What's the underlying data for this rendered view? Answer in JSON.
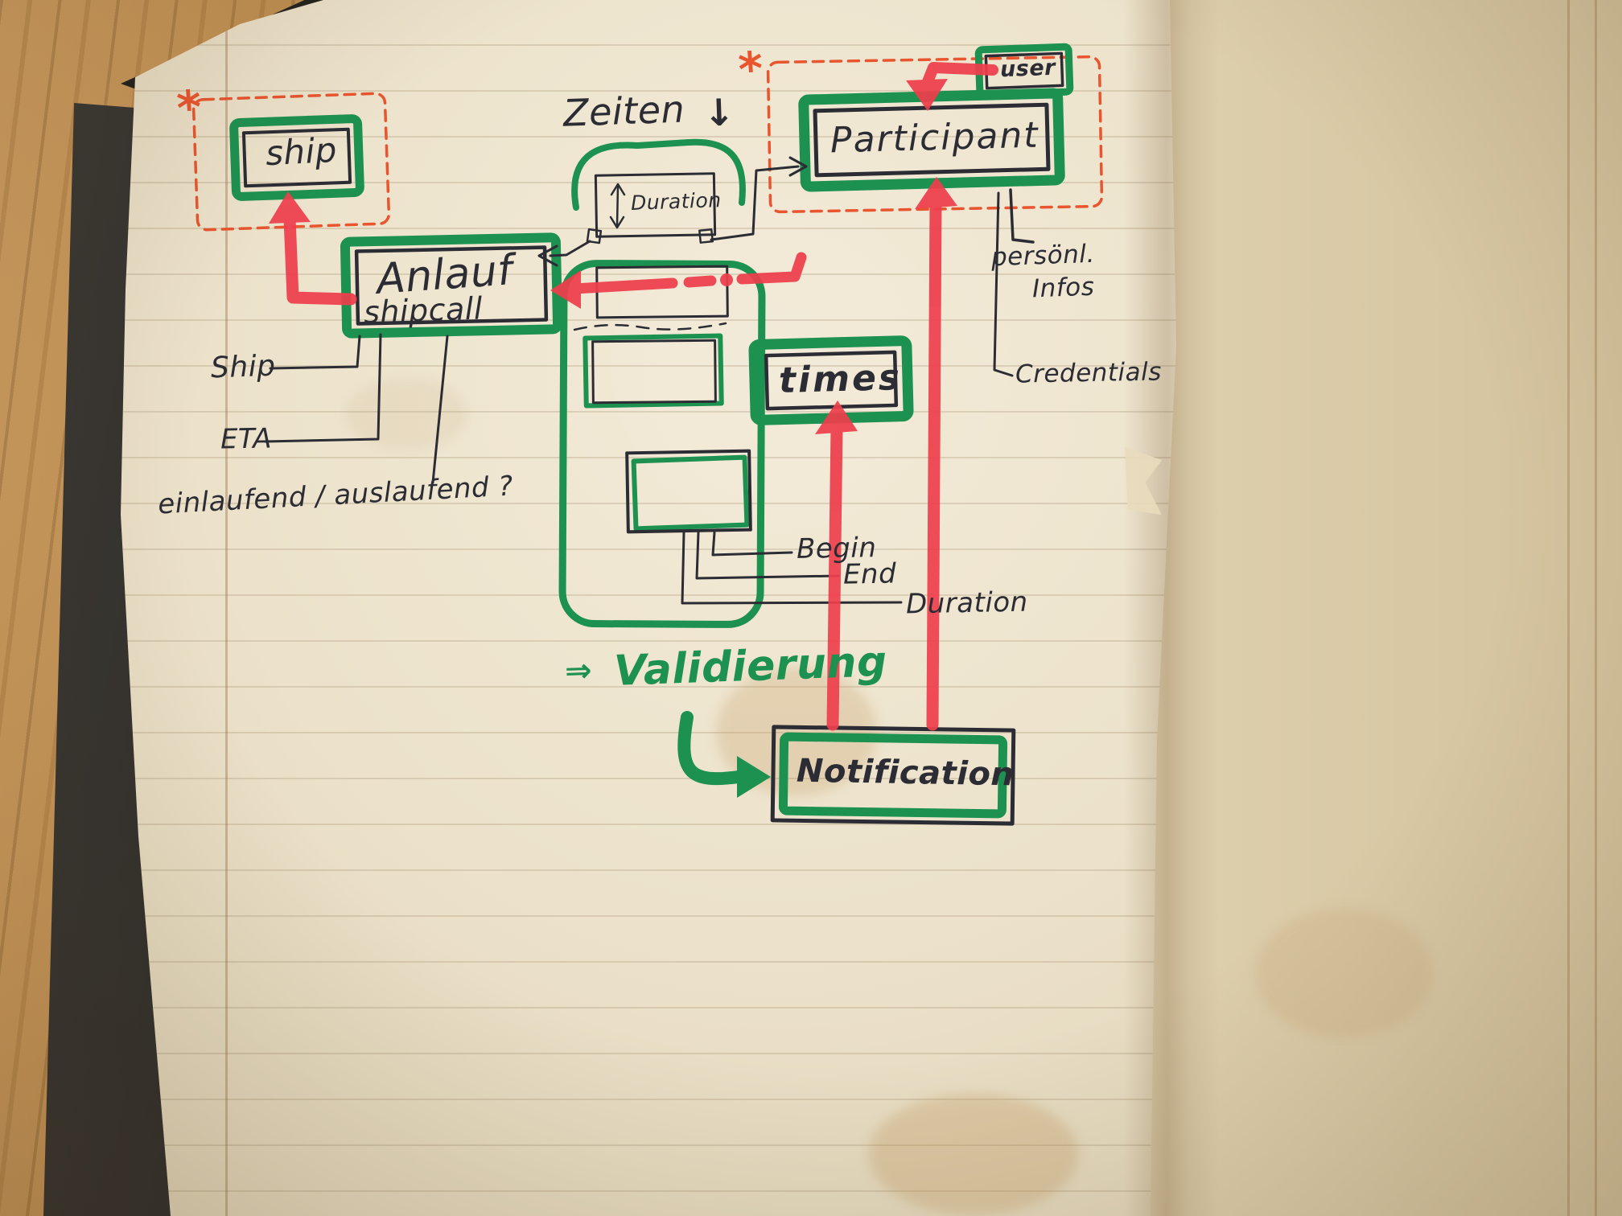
{
  "palette": {
    "marker_green": "#1d9150",
    "marker_red": "#ee3f4d",
    "pen_ink": "#2c2c34",
    "dashed_red_pen": "#e8552f",
    "paper": "#ece2ca",
    "wood": "#c0904f"
  },
  "entities": {
    "ship": {
      "label": "ship"
    },
    "anlauf": {
      "label": "Anlauf",
      "sublabel": "shipcall"
    },
    "participant": {
      "label": "Participant"
    },
    "user": {
      "label": "user"
    },
    "times": {
      "label": "times"
    },
    "duration": {
      "label": "Duration"
    },
    "notification": {
      "label": "Notification"
    }
  },
  "attributes": {
    "ship": "Ship",
    "eta": "ETA",
    "in_out": "einlaufend / auslaufend ?",
    "begin": "Begin",
    "end": "End",
    "duration": "Duration",
    "persoenlich_line1": "persönl.",
    "persoenlich_line2": "Infos",
    "credentials": "Credentials"
  },
  "annotations": {
    "zeiten": "Zeiten",
    "zeiten_arrow": "↓",
    "validierung_arrow": "⇒",
    "validierung": "Validierung",
    "asterisk_left": "*",
    "asterisk_right": "*"
  }
}
